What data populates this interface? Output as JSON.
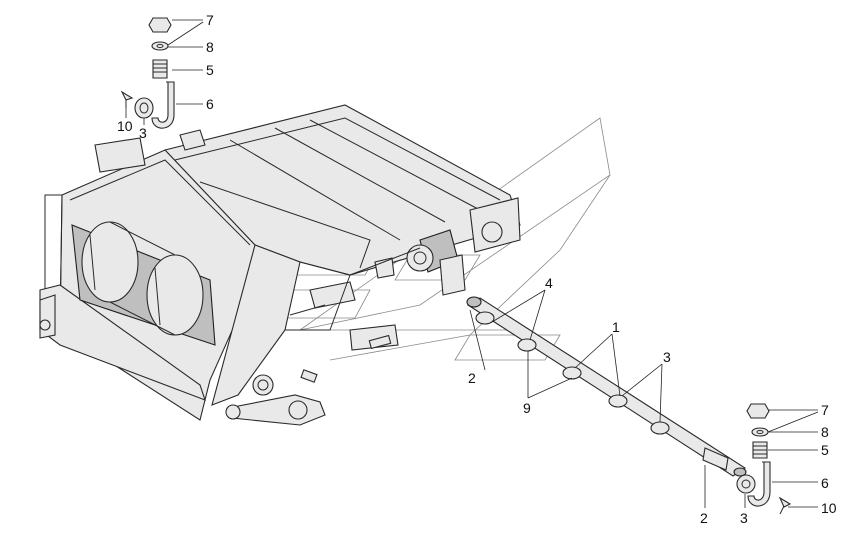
{
  "callouts": {
    "c1": "1",
    "c2": "2",
    "c3": "3",
    "c4": "4",
    "c5": "5",
    "c6": "6",
    "c7": "7",
    "c8": "8",
    "c9": "9",
    "c10": "10"
  },
  "colors": {
    "line": "#2a2a2a",
    "fill_light": "#e9e9e9",
    "fill_dark": "#bfbfbf",
    "watermark": "#8a8a8a"
  }
}
